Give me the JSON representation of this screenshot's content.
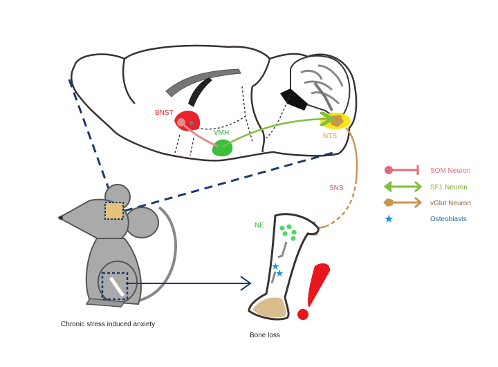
{
  "diagram": {
    "brain_labels": {
      "bnst": "BNST",
      "vmh": "VMH",
      "nts": "NTS"
    },
    "pathway_labels": {
      "sns": "SNS",
      "ne": "NE"
    },
    "captions": {
      "mouse": "Chronic stress induced anxiety",
      "bone": "Bone loss"
    },
    "legend": [
      {
        "label": "SOM Neuron",
        "icon": "circle-bar-inhibitory-icon",
        "color": "#e36a7a"
      },
      {
        "label": "SF1 Neuron",
        "icon": "double-arrow-icon",
        "color": "#7fbf3a"
      },
      {
        "label": "vGlut Neuron",
        "icon": "pentagon-arrow-icon",
        "color": "#c9954f"
      },
      {
        "label": "Osteoblasts",
        "icon": "star-icon",
        "color": "#1e90d8"
      }
    ],
    "colors": {
      "bnst": "#e8232b",
      "vmh": "#3cbf3c",
      "nts_highlight": "#f5e400",
      "nts_text": "#c9954f",
      "sns_text": "#c85a6e",
      "ne_text": "#3aa83a",
      "dashed_line": "#1a3a6e",
      "outline": "#3a3230",
      "exclamation": "#e8171c"
    }
  }
}
